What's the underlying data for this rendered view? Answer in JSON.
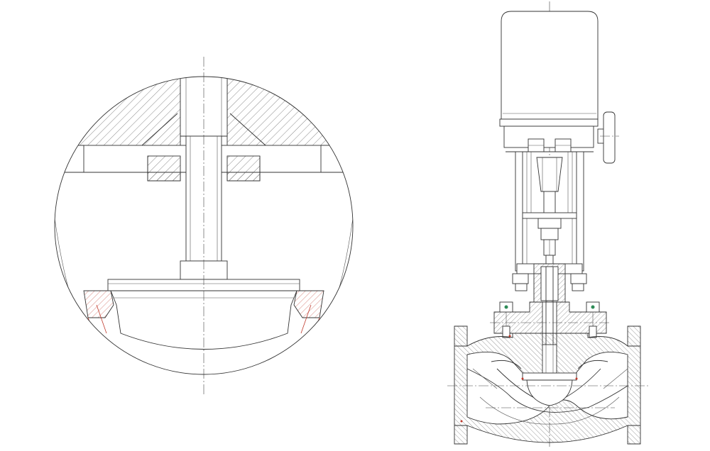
{
  "drawing": {
    "views": [
      {
        "name": "detail-view",
        "kind": "enlarged seat detail"
      },
      {
        "name": "assembly-view",
        "kind": "actuated globe valve section"
      }
    ],
    "line_color": "#333333",
    "hatch_color": "#555555",
    "accent_red": "#c0392b",
    "background": "#ffffff"
  }
}
